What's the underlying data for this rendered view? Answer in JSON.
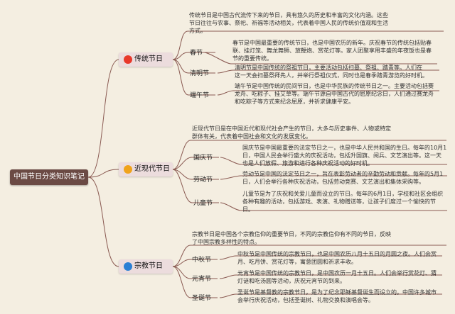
{
  "root": {
    "label": "中国节日分类知识笔记"
  },
  "categories": [
    {
      "label": "传统节日",
      "dot_color": "#e8392b",
      "summary": [
        "传统节日是中国古代流传下来的节日，具有悠久的历史和丰富的文化内涵。这些",
        "节日往往与农事、祭祀、祈福等活动相关，代表着中国人民的传统价值观和生活",
        "方式。"
      ],
      "items": [
        {
          "label": "春节",
          "lines": [
            "春节是中国最重要的传统节日，也是中国农历的新年。庆祝春节的传统包括贴春",
            "联、挂灯笼、舞龙舞狮、放鞭炮、赏花灯等。家人团聚享用丰盛的年夜饭也是春",
            "节的重要传统。"
          ]
        },
        {
          "label": "清明节",
          "lines": [
            "清明节是中国传统的祭祖节日，主要活动包括扫墓、祭祖、踏青等。人们在",
            "这一天会扫墓祭拜先人，并举行祭祖仪式，同时也是春季踏青游览的好时机。"
          ]
        },
        {
          "label": "端午节",
          "lines": [
            "端午节是中国传统的民间节日，也是中华民族的传统节日之一。主要活动包括赛",
            "龙舟、吃粽子、挂艾草等。端午节源自中国古代的屈原纪念日，人们通过赛龙舟",
            "和吃粽子等方式来纪念屈原，并祈求健康平安。"
          ]
        }
      ]
    },
    {
      "label": "近现代节日",
      "dot_color": "#f0a31c",
      "summary": [
        "近现代节日是在中国近代和现代社会产生的节日，大多与历史事件、人物或特定",
        "群体有关，代表着中国社会和文化的发展变化。"
      ],
      "items": [
        {
          "label": "国庆节",
          "lines": [
            "国庆节是中国最重要的法定节日之一，也是中华人民共和国的生日。每年的10月1",
            "日，中国人民会举行盛大的庆祝活动，包括升国旗、阅兵、文艺演出等。这一天",
            "也是人们放假、旅游和进行各种庆祝活动的好时机。"
          ]
        },
        {
          "label": "劳动节",
          "lines": [
            "劳动节是中国的法定节日之一，旨在表彰劳动者的辛勤劳动和贡献。每年的5月1",
            "日，人们会举行各种庆祝活动，包括劳动竞赛、文艺演出和集体采购等。"
          ]
        },
        {
          "label": "儿童节",
          "lines": [
            "儿童节是为了庆祝和关爱儿童而设立的节日。每年的6月1日，学校和社区会组织",
            "各种有趣的活动，包括游戏、表演、礼物赠送等，让孩子们度过一个愉快的节",
            "日。"
          ]
        }
      ]
    },
    {
      "label": "宗教节日",
      "dot_color": "#2a7fd4",
      "summary": [
        "宗教节日是中国各个宗教信仰的重要节日，不同的宗教信仰有不同的节日，反映",
        "了中国宗教多样性的特点。"
      ],
      "items": [
        {
          "label": "中秋节",
          "lines": [
            "中秋节是中国传统的宗教节日，也是中国农历八月十五日的月圆之夜。人们会赏",
            "月、吃月饼、赏花灯等，寓意团圆和祈求丰收。"
          ]
        },
        {
          "label": "元宵节",
          "lines": [
            "元宵节是中国传统的宗教节日，是中国农历一月十五日。人们会举行赏花灯、猜",
            "灯谜和吃汤圆等活动，庆祝元宵节的到来。"
          ]
        },
        {
          "label": "圣诞节",
          "lines": [
            "圣诞节是基督教的宗教节日，是为了纪念耶稣基督诞生而设立的。中国许多城市",
            "会举行庆祝活动，包括圣诞树、礼物交换和演唱会等。"
          ]
        }
      ]
    }
  ]
}
